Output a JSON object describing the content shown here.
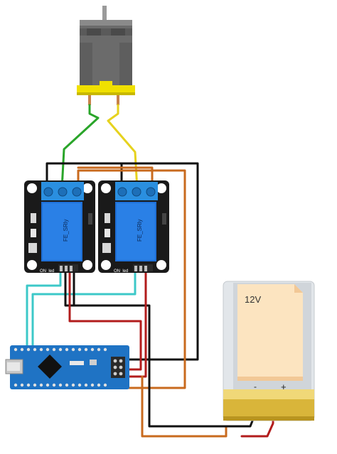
{
  "relays": [
    {
      "name": "FE_SRly",
      "led": "ON_led"
    },
    {
      "name": "FE_SRly",
      "led": "ON_led"
    }
  ],
  "battery": {
    "label": "12V",
    "minus": "-",
    "plus": "+"
  },
  "arduino": {
    "board": "Arduino Nano"
  },
  "colors": {
    "wire_green": "#2aa52a",
    "wire_yellow": "#e6d21e",
    "wire_black": "#111111",
    "wire_brown": "#c86a1e",
    "wire_red": "#b21c1c",
    "wire_cyan": "#3cc8c8",
    "relay_board": "#1a1a1a",
    "relay_body": "#1e6fd6",
    "terminal": "#2a8fe0",
    "motor_body": "#6a6a6a",
    "motor_cap": "#f0e000",
    "nano_board": "#1f73c4",
    "battery_body": "#e8ecef",
    "battery_label": "#fce4c0",
    "battery_base": "#d9b53a"
  }
}
